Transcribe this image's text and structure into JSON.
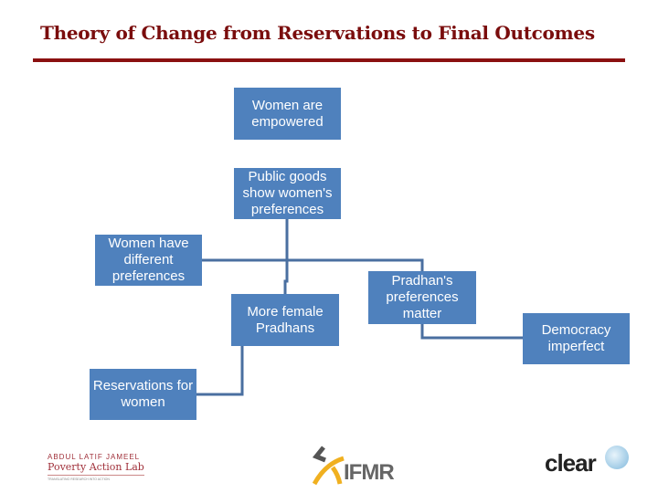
{
  "title": "Theory of Change from Reservations to Final Outcomes",
  "nodes": {
    "empowered": "Women are empowered",
    "public_goods": "Public goods show women's preferences",
    "different_prefs": "Women have different preferences",
    "more_female": "More female Pradhans",
    "pradhan_prefs": "Pradhan's preferences matter",
    "democracy": "Democracy imperfect",
    "reservations": "Reservations for women"
  },
  "colors": {
    "box": "#4f81bd",
    "connector": "#4a6fa0",
    "title": "#7a0d0d",
    "rule": "#8b1010"
  },
  "logos": {
    "jpal_top": "ABDUL LATIF JAMEEL",
    "jpal_main": "Poverty Action Lab",
    "jpal_tag": "TRANSLATING RESEARCH INTO ACTION",
    "ifmr": "IFMR",
    "clear": "clear"
  }
}
